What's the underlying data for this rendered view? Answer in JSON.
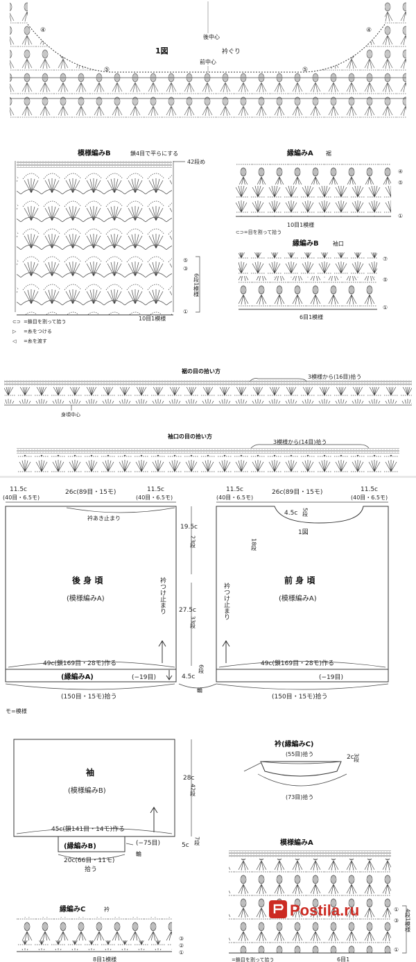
{
  "neckline_chart": {
    "title": "1図",
    "label": "衿ぐり",
    "back_center": "後中心",
    "front_center": "前中心",
    "pickup_marks": [
      "⑤",
      "⑤",
      "④",
      "④"
    ]
  },
  "pattern_b_chart": {
    "title": "模様編みB",
    "note": "鎖4目で平らにする",
    "row_label": "42段め",
    "repeat_label": "10目1模様",
    "side_repeat": "6段1模様",
    "row_marks": [
      "⑤",
      "③",
      "①"
    ],
    "legend": [
      {
        "symbol": "⊂⊃",
        "text": "=鎖目を割って拾う"
      },
      {
        "symbol": "▷",
        "text": "=糸をつける"
      },
      {
        "symbol": "◁",
        "text": "=糸を渡す"
      }
    ]
  },
  "edging_a_chart": {
    "title": "縁編みA",
    "subtitle": "裾",
    "row_marks": [
      "④",
      "⑤",
      "①"
    ],
    "repeat_label": "10目1模様",
    "note": "⊂⊃=目を割って拾う"
  },
  "edging_b_chart": {
    "title": "縁編みB",
    "subtitle": "袖口",
    "row_marks": [
      "⑦",
      "⑤",
      "①"
    ],
    "repeat_label": "6目1模様"
  },
  "hem_pickup": {
    "title": "裾の目の拾い方",
    "repeat_note": "3模様から(16目)拾う",
    "center": "身頃中心"
  },
  "cuff_pickup": {
    "title": "袖口の目の拾い方",
    "repeat_note": "3模様から(14目)拾う"
  },
  "back_body": {
    "title": "後 身 頃",
    "pattern": "(模様編みA)",
    "width_side": "11.5c",
    "width_side_sts": "(40目・6.5モ)",
    "width_center": "26c(89目・15モ)",
    "neck_note": "衿あき止まり",
    "height_upper": "19.5c",
    "height_upper_rows": "23段",
    "height_lower": "27.5c",
    "height_lower_rows": "33段",
    "collar_stop": "衿つけ止まり",
    "cast_on": "49c(鎖169目・28モ)作る",
    "edging": "(縁編みA)",
    "decrease": "(−19目)",
    "edging_height": "4.5c",
    "edging_rows": "6段",
    "pickup": "(150目・15モ)拾う",
    "join": "輪"
  },
  "front_body": {
    "title": "前 身 頃",
    "pattern": "(模様編みA)",
    "width_side": "11.5c",
    "width_side_sts": "(40目・6.5モ)",
    "width_center": "26c(89目・15モ)",
    "neck_depth": "4.5c",
    "neck_rows": "5段",
    "chart_ref": "1図",
    "neck_rows_side": "18段",
    "collar_stop": "衿つけ止まり",
    "cast_on": "49c(鎖169目・28モ)作る",
    "decrease": "(−19目)",
    "pickup": "(150目・15モ)拾う"
  },
  "abbrev": "モ=模様",
  "sleeve": {
    "title": "袖",
    "pattern": "(模様編みB)",
    "height": "28c",
    "height_rows": "42段",
    "cast_on": "45c(鎖141目・14モ)作る",
    "edging": "(縁編みB)",
    "decrease": "(−75目)",
    "join": "輪",
    "edging_height": "5c",
    "edging_rows": "7段",
    "pickup_width": "20c(66目・11モ)",
    "pickup": "拾う"
  },
  "collar": {
    "title": "衿(縁編みC)",
    "top_count": "(55目)拾う",
    "height": "2c",
    "height_rows": "3段",
    "bottom_count": "(73目)拾う"
  },
  "edging_c_chart": {
    "title": "縁編みC",
    "subtitle": "衿",
    "row_marks": [
      "③",
      "②",
      "①"
    ],
    "repeat_label": "8目1模様"
  },
  "pattern_a_chart": {
    "title": "模様編みA",
    "side_repeat": "4段1模様",
    "row_marks": [
      "①",
      "③",
      "①"
    ],
    "repeat_label": "6目1",
    "note": "=鎖目を割って拾う"
  },
  "watermark": "Postila.ru"
}
